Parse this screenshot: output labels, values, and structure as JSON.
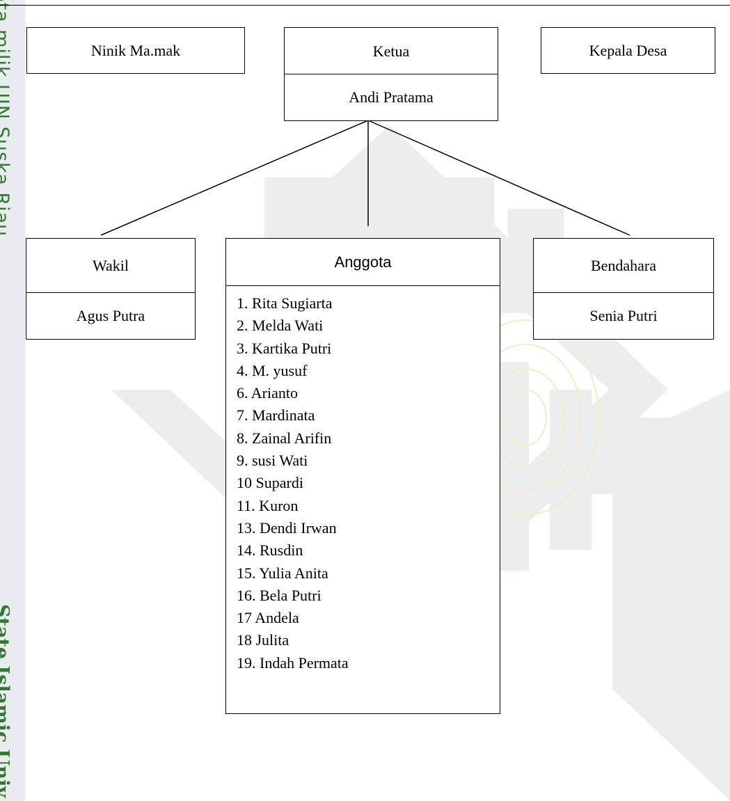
{
  "side_text": {
    "top": "ota milik UIN Suska Riau",
    "bottom": "State Islamic Univ"
  },
  "chart": {
    "advisors": {
      "left": "Ninik Ma.mak",
      "right": "Kepala Desa"
    },
    "ketua": {
      "title": "Ketua",
      "name": "Andi Pratama"
    },
    "wakil": {
      "title": "Wakil",
      "name": "Agus Putra"
    },
    "anggota": {
      "title": "Anggota",
      "members": [
        "1. Rita Sugiarta",
        "2. Melda Wati",
        "3. Kartika Putri",
        "4. M. yusuf",
        "6. Arianto",
        "7. Mardinata",
        "8. Zainal Arifin",
        "9. susi Wati",
        "10 Supardi",
        "11. Kuron",
        "13. Dendi Irwan",
        "14. Rusdin",
        "15. Yulia Anita",
        "16. Bela Putri",
        "17 Andela",
        "18 Julita",
        "19. Indah Permata"
      ]
    },
    "bendahara": {
      "title": "Bendahara",
      "name": "Senia Putri"
    }
  },
  "colors": {
    "sidebar": "#e9ebee",
    "side_text": "#2f7a2f",
    "watermark": "#eceeee",
    "watermark_accent": "#f3ecc6"
  }
}
